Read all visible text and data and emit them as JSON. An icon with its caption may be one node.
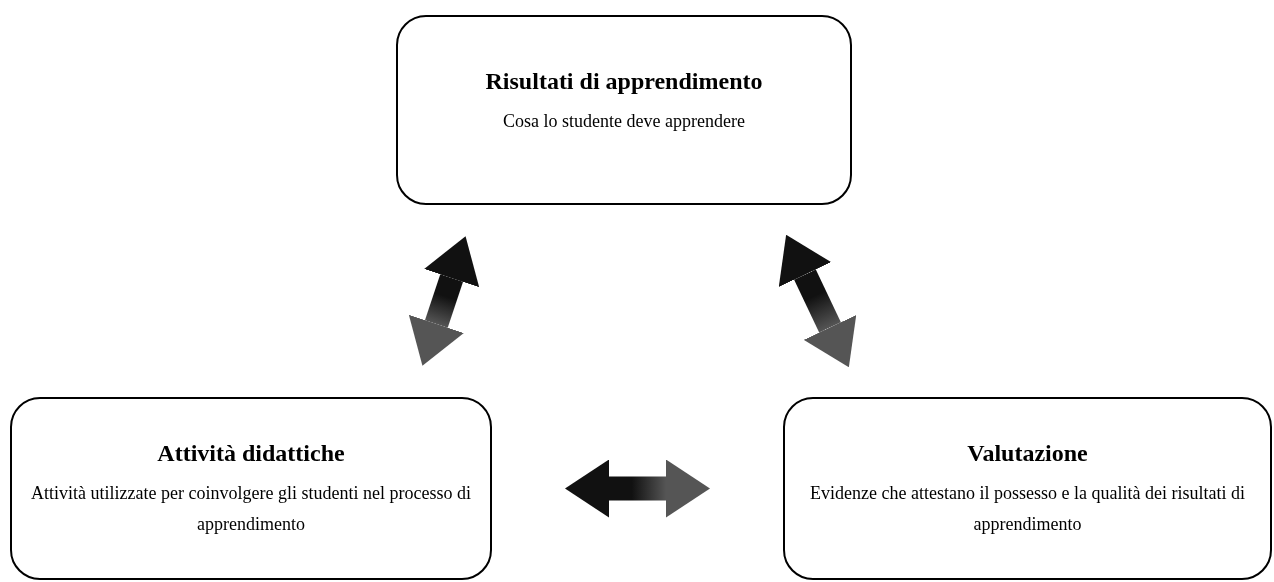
{
  "diagram": {
    "nodes": [
      {
        "text": [
          "Risultati di apprendimento",
          "Cosa lo studente deve apprendere"
        ]
      },
      {
        "text": [
          "Attività didattiche",
          "Attività utilizzate per coinvolgere gli studenti nel processo di apprendimento"
        ]
      },
      {
        "text": [
          "Valutazione",
          "Evidenze che attestano il possesso e la qualità dei risultati di apprendimento"
        ]
      }
    ],
    "edges": [
      {
        "from": 0,
        "to": 1,
        "arrow": "both"
      },
      {
        "from": 0,
        "to": 2,
        "arrow": "both"
      },
      {
        "from": 1,
        "to": 2,
        "arrow": "both"
      }
    ]
  }
}
